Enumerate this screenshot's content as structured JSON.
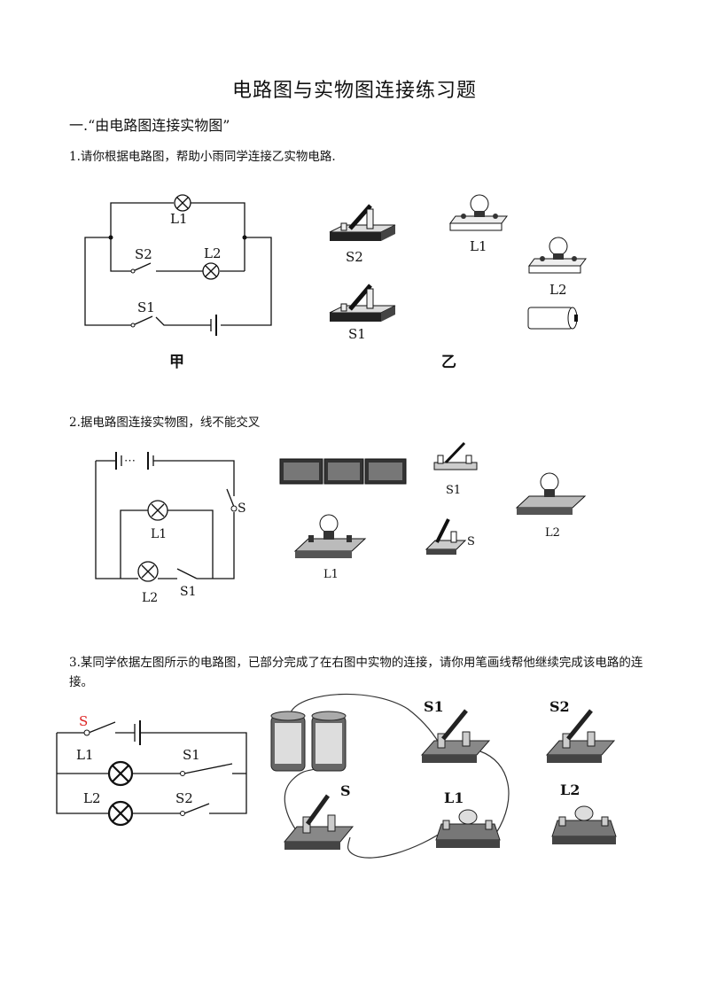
{
  "page": {
    "title": "电路图与实物图连接练习题",
    "section": "一.“由电路图连接实物图”"
  },
  "questions": [
    {
      "text": "1.请你根据电路图，帮助小雨同学连接乙实物电路.",
      "labels": {
        "l1": "L1",
        "l2": "L2",
        "s1": "S1",
        "s2": "S2",
        "jia": "甲",
        "yi": "乙"
      }
    },
    {
      "text": "2.据电路图连接实物图，线不能交叉",
      "labels": {
        "l1": "L1",
        "l2": "L2",
        "s1": "S1",
        "s": "S"
      }
    },
    {
      "text": "3.某同学依据左图所示的电路图，已部分完成了在右图中实物的连接，请你用笔画线帮他继续完成该电路的连接。",
      "labels": {
        "s": "S",
        "s1": "S1",
        "s2": "S2",
        "l1": "L1",
        "l2": "L2"
      }
    }
  ],
  "colors": {
    "ink": "#111111",
    "highlight": "#d22222"
  }
}
